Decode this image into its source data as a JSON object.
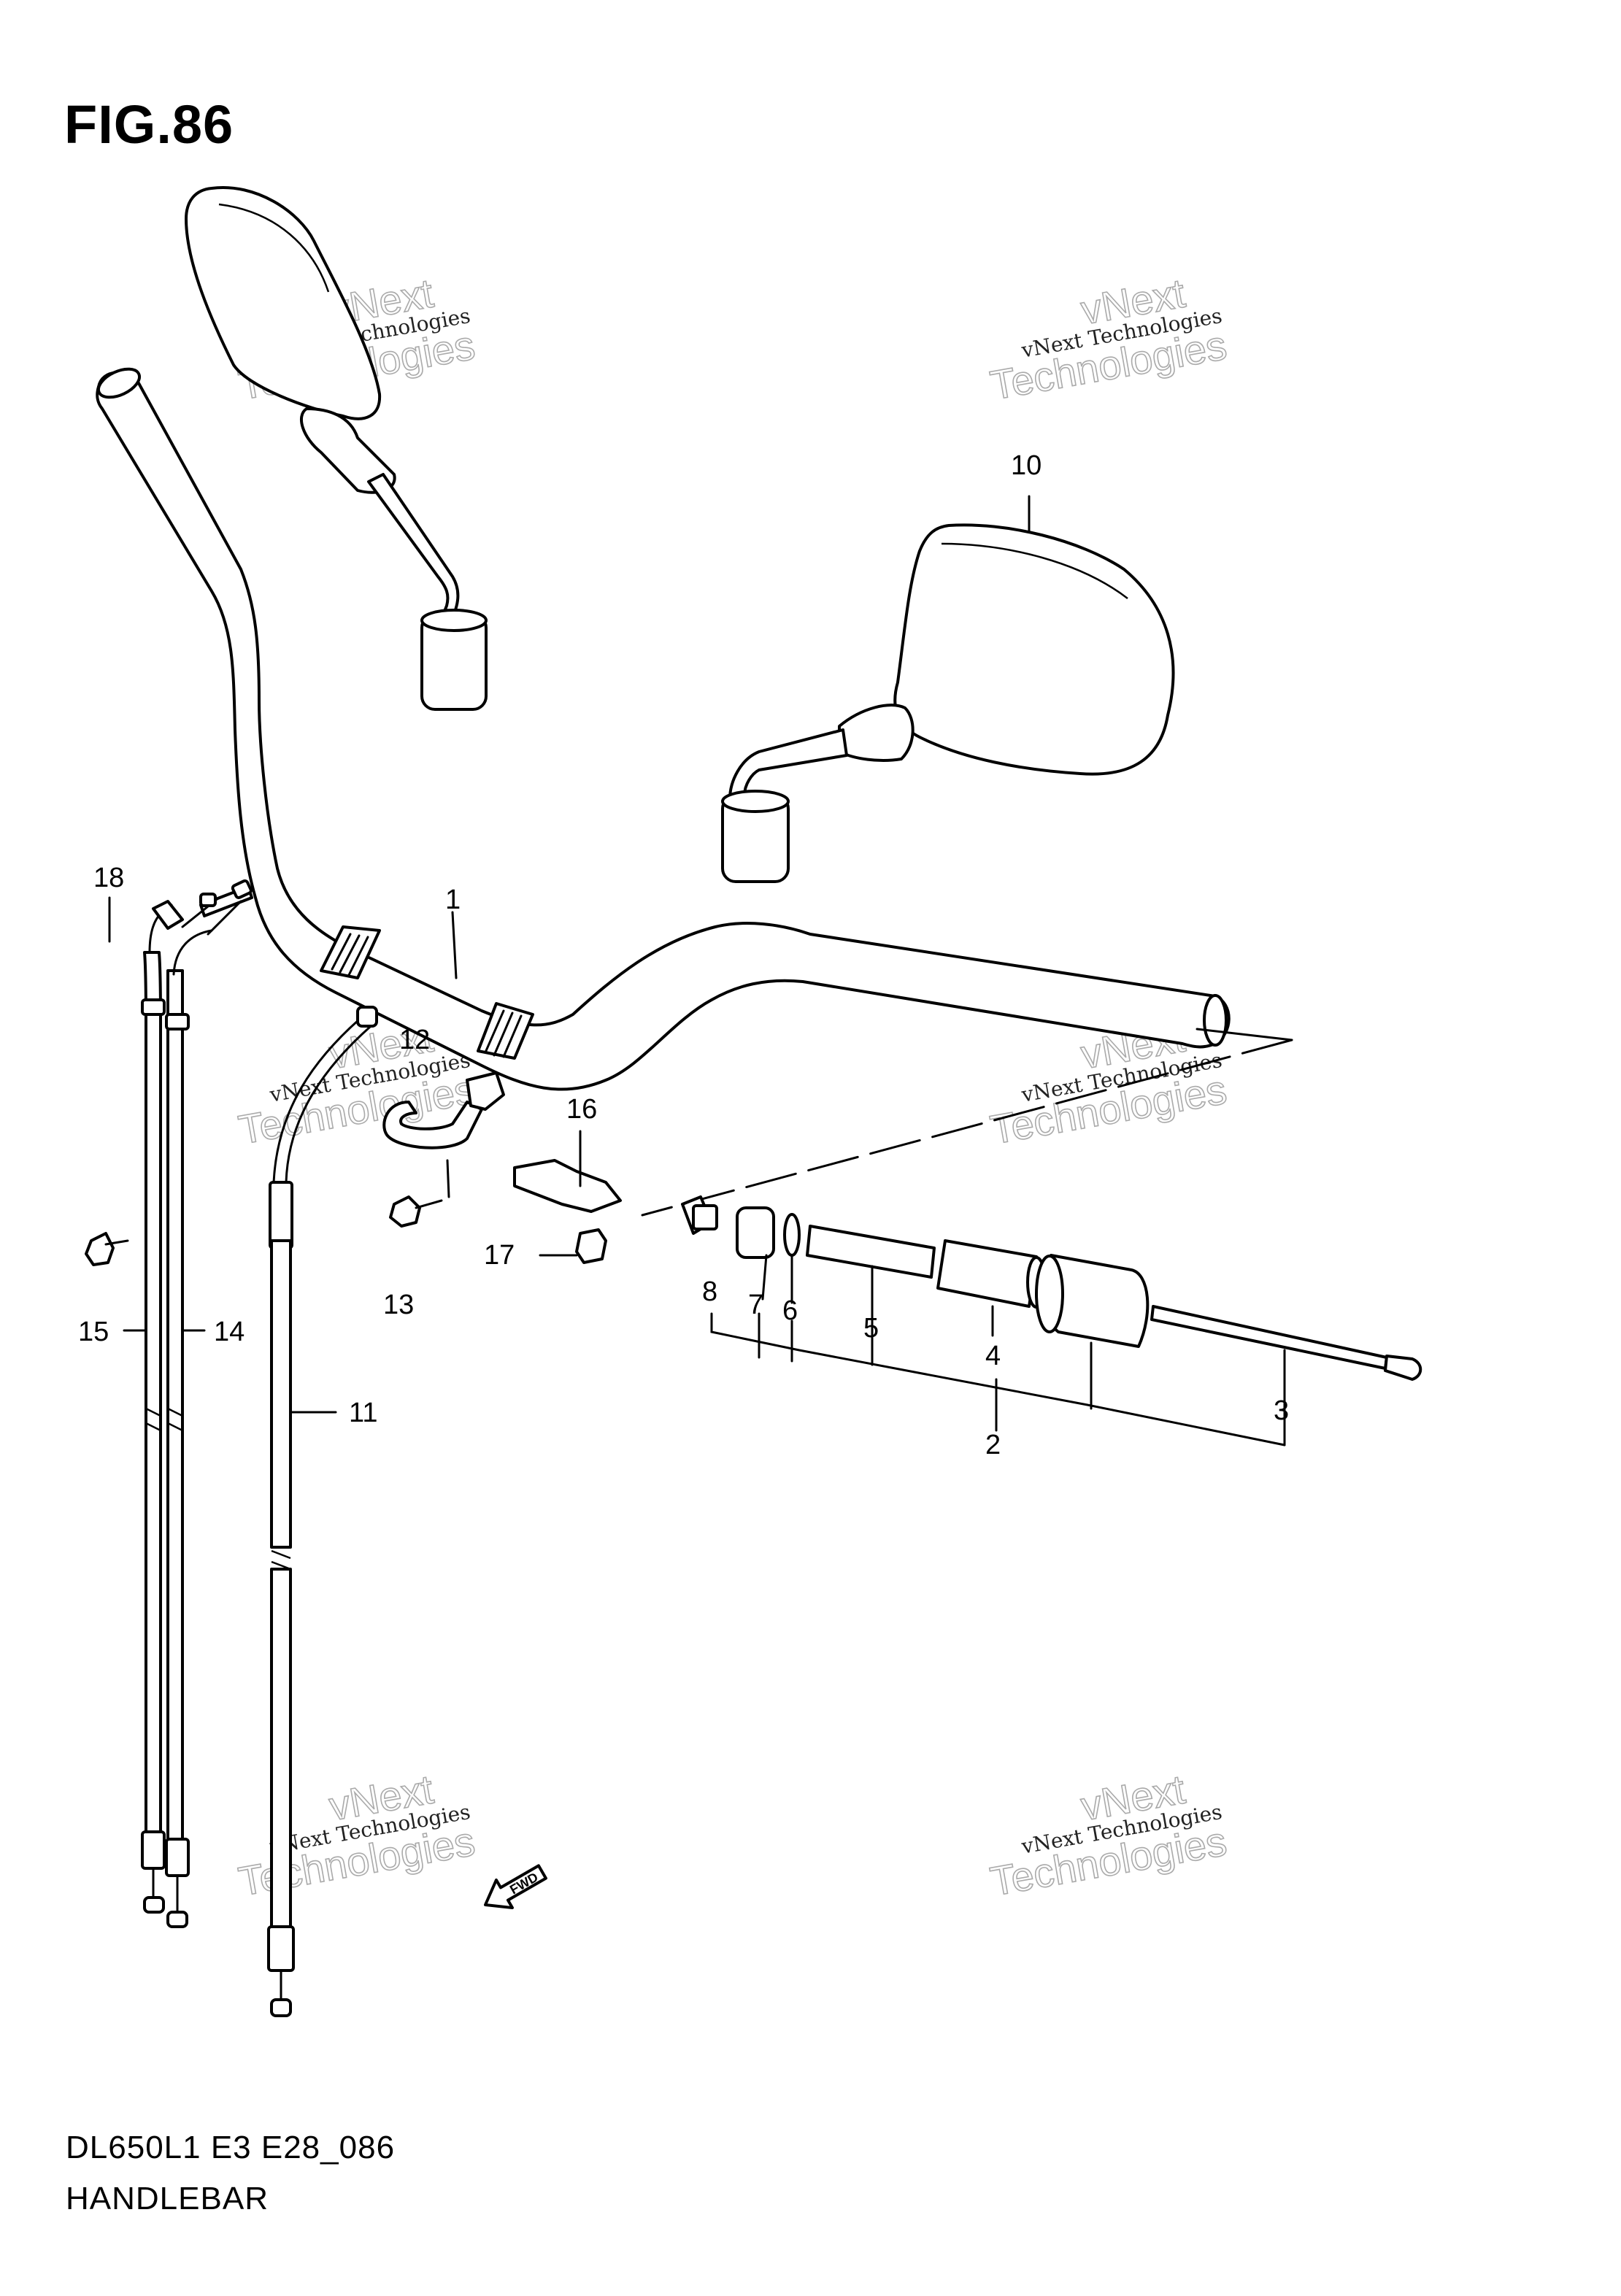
{
  "figure": {
    "title": "FIG.86",
    "model_code": "DL650L1 E3 E28_086",
    "name": "HANDLEBAR"
  },
  "callouts": {
    "c1": "1",
    "c2": "2",
    "c3": "3",
    "c4": "4",
    "c5": "5",
    "c6": "6",
    "c7": "7",
    "c8": "8",
    "c10": "10",
    "c11": "11",
    "c12": "12",
    "c13": "13",
    "c14": "14",
    "c15": "15",
    "c16": "16",
    "c17": "17",
    "c18": "18"
  },
  "fwd_label": "FWD",
  "watermark": {
    "line1": "vNext Technologies",
    "line2": "vNext",
    "line3": "Technologies"
  }
}
